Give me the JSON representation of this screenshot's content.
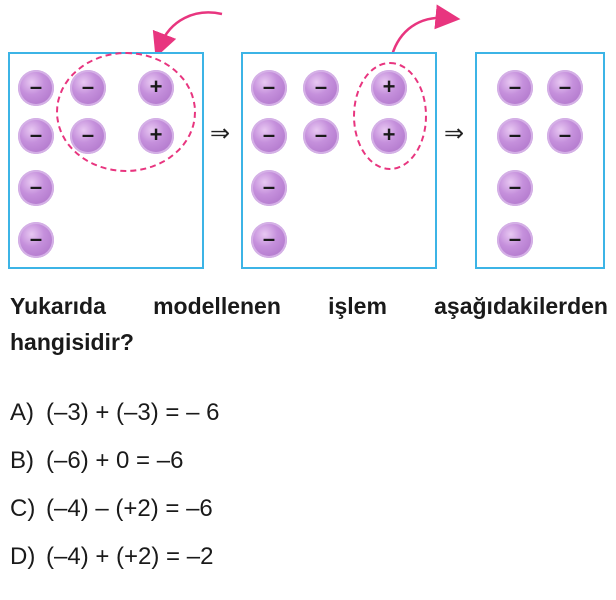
{
  "panels": [
    {
      "tokens": [
        "–",
        "–",
        "+",
        "–",
        "–",
        "+",
        "–",
        "–"
      ]
    },
    {
      "tokens": [
        "–",
        "–",
        "+",
        "–",
        "–",
        "+",
        "–",
        "–"
      ]
    },
    {
      "tokens": [
        "–",
        "–",
        "–",
        "–",
        "–",
        "–"
      ]
    }
  ],
  "arrow_symbol": "⇒",
  "question": "Yukarıda modellenen işlem aşağıdakilerden hangisidir?",
  "options": [
    {
      "letter": "A)",
      "text": "(–3) + (–3) = – 6"
    },
    {
      "letter": "B)",
      "text": "(–6) + 0 = –6"
    },
    {
      "letter": "C)",
      "text": "(–4) – (+2) = –6"
    },
    {
      "letter": "D)",
      "text": "(–4) + (+2) = –2"
    }
  ],
  "colors": {
    "frame": "#3cb4e6",
    "dashed_ring": "#e8357f",
    "token": "#b57fd0"
  }
}
